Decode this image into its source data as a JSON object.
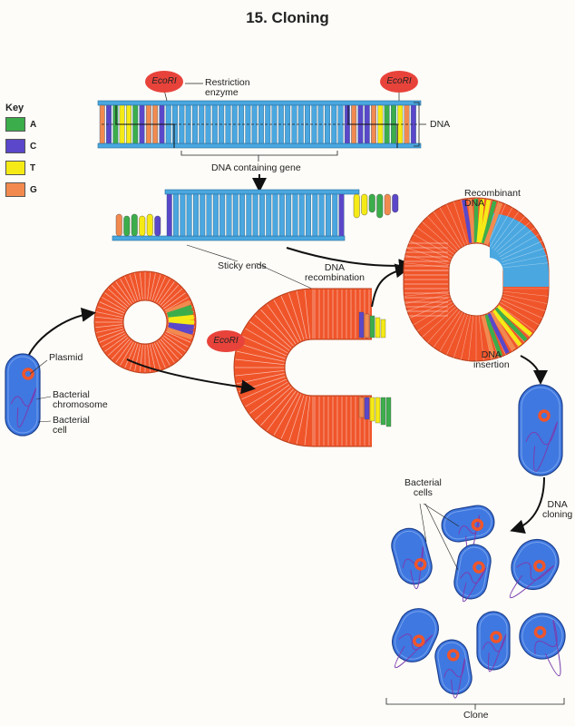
{
  "title": "15.   Cloning",
  "key": {
    "heading": "Key",
    "items": [
      {
        "letter": "A",
        "color": "#3cad4b"
      },
      {
        "letter": "C",
        "color": "#5a47c9"
      },
      {
        "letter": "T",
        "color": "#f5ea16"
      },
      {
        "letter": "G",
        "color": "#f28a4f"
      }
    ]
  },
  "colors": {
    "dna_backbone": "#4aa7e0",
    "plasmid": "#f0552a",
    "cell": "#3f78e0",
    "enzyme": "#e8433b"
  },
  "labels": {
    "enzyme_left": "EcoRI",
    "enzyme_right": "EcoRI",
    "enzyme_plasmid": "EcoRI",
    "restriction_enzyme": "Restriction\nenzyme",
    "dna": "DNA",
    "dna_containing_gene": "DNA containing gene",
    "sticky_ends": "Sticky ends",
    "dna_recombination": "DNA\nrecombination",
    "recombinant_dna": "Recombinant\nDNA",
    "plasmid": "Plasmid",
    "bacterial_chromosome": "Bacterial\nchromosome",
    "bacterial_cell": "Bacterial\ncell",
    "dna_insertion": "DNA\ninsertion",
    "bacterial_cells": "Bacterial\ncells",
    "dna_cloning": "DNA\ncloning",
    "clone": "Clone"
  }
}
